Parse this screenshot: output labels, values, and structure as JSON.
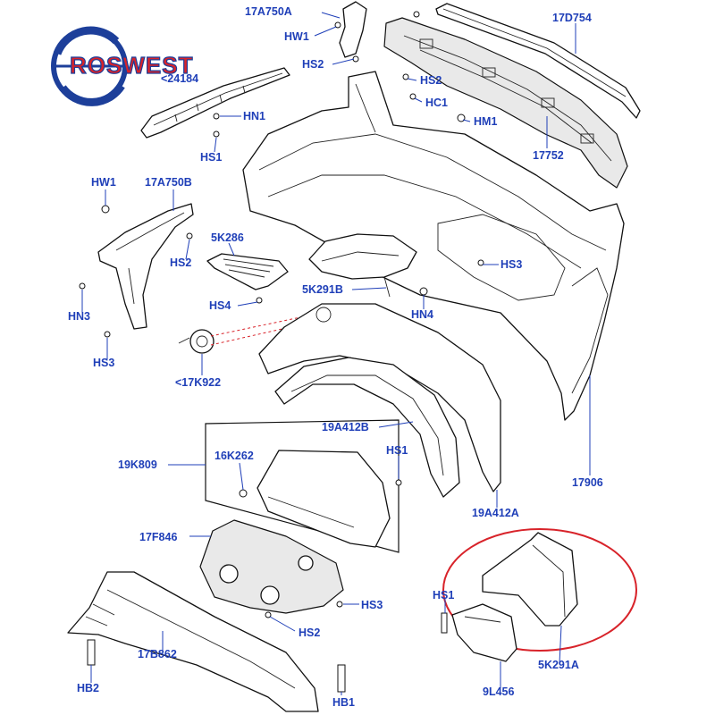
{
  "logo": {
    "text": "ROSWEST",
    "colors": {
      "red": "#d8232a",
      "blue": "#1d3f9a"
    }
  },
  "label_color": "#1f3fb8",
  "highlight_color": "#d8232a",
  "labels": {
    "p17A750A": "17A750A",
    "p17D754": "17D754",
    "hw1_top": "HW1",
    "hs2_top": "HS2",
    "p24184": "<24184",
    "hs2_mid": "HS2",
    "hc1": "HC1",
    "hn1": "HN1",
    "hm1": "HM1",
    "hs1_top": "HS1",
    "p17752": "17752",
    "hw1_left": "HW1",
    "p17A750B": "17A750B",
    "p5K286": "5K286",
    "hs2_left": "HS2",
    "hs3_right": "HS3",
    "hn3": "HN3",
    "p5K291B": "5K291B",
    "hs4": "HS4",
    "hn4": "HN4",
    "hs3_left": "HS3",
    "p17K922": "<17K922",
    "p19A412B": "19A412B",
    "p16K262": "16K262",
    "p19K809": "19K809",
    "hs1_mid": "HS1",
    "p17906": "17906",
    "p19A412A": "19A412A",
    "p17F846": "17F846",
    "hs1_low": "HS1",
    "hs3_low": "HS3",
    "hs2_low": "HS2",
    "p5K291A": "5K291A",
    "p17B862": "17B862",
    "hb2": "HB2",
    "hb1": "HB1",
    "p9L456": "9L456"
  }
}
